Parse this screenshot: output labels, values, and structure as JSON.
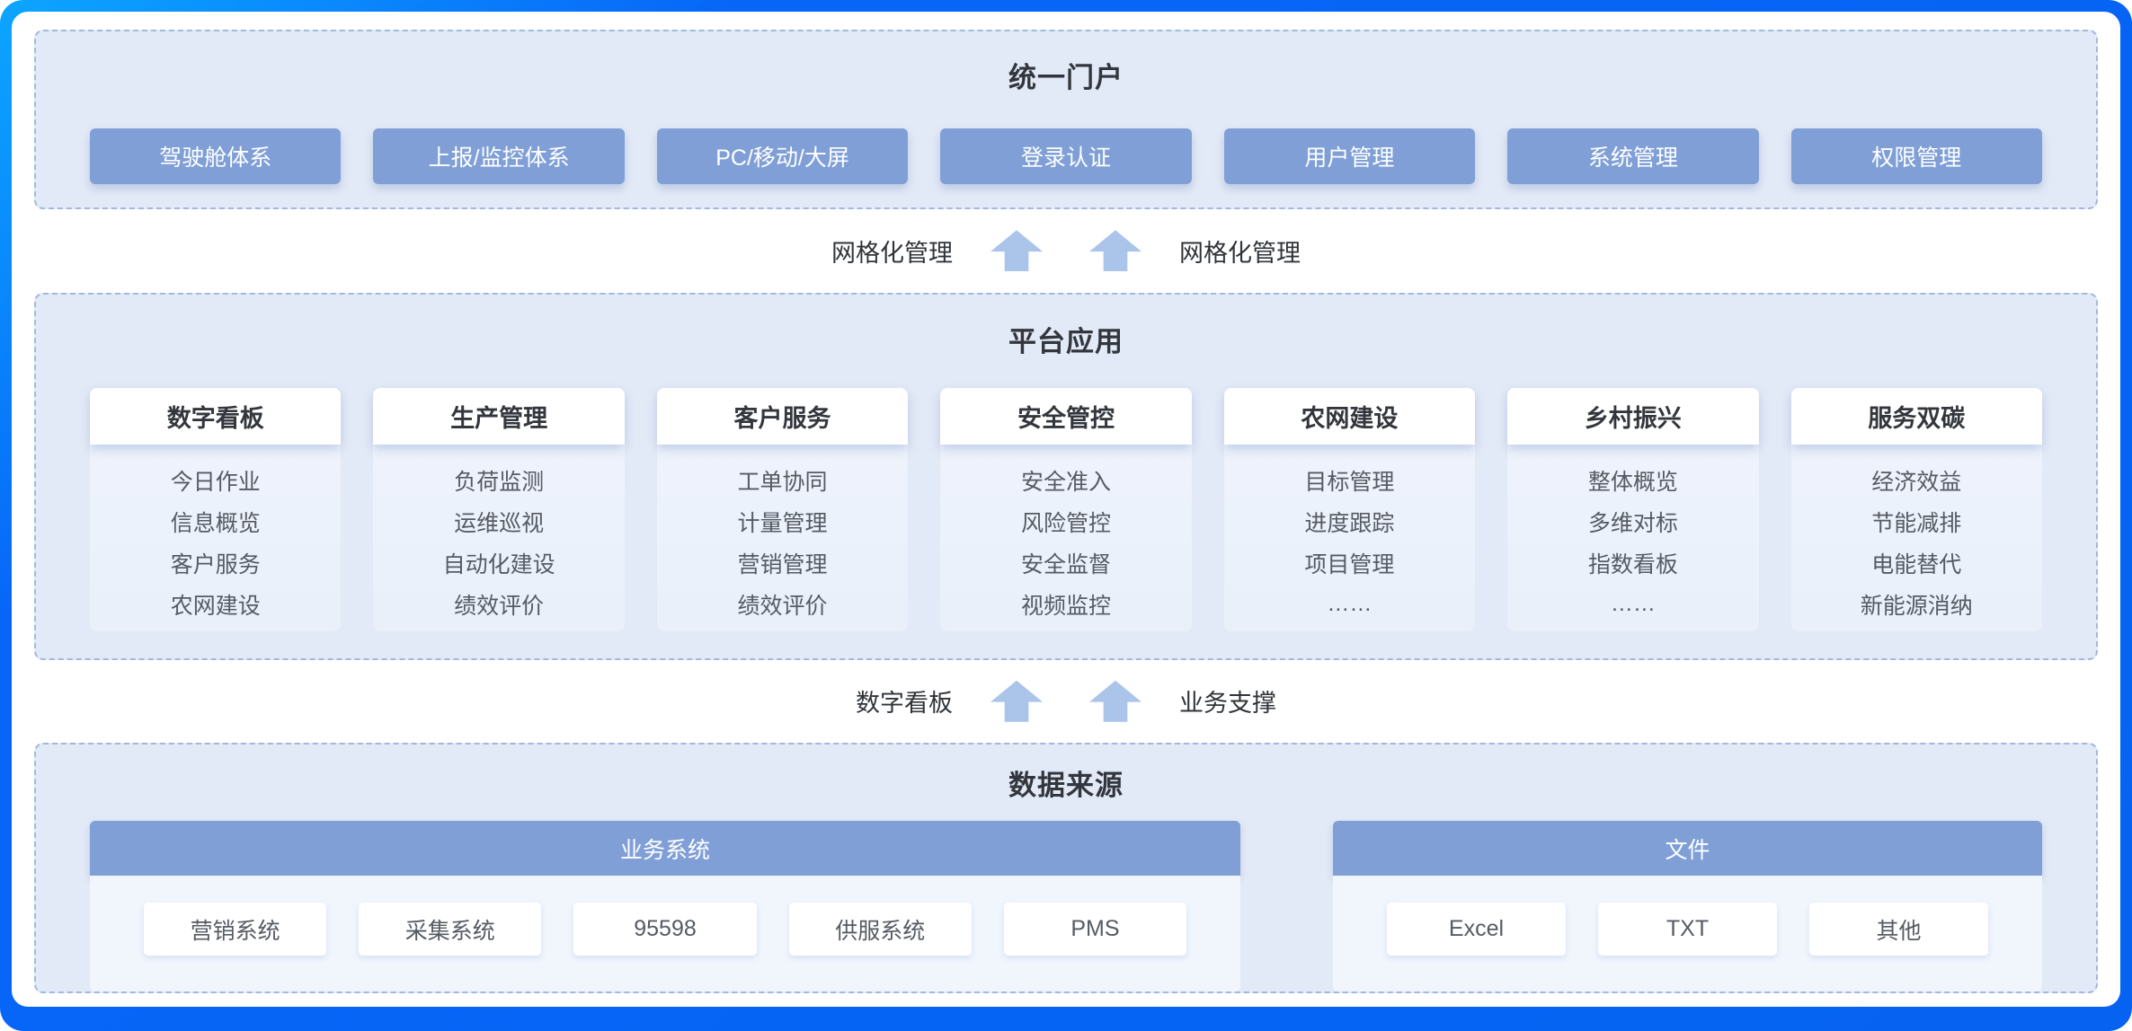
{
  "portal": {
    "title": "统一门户",
    "buttons": [
      "驾驶舱体系",
      "上报/监控体系",
      "PC/移动/大屏",
      "登录认证",
      "用户管理",
      "系统管理",
      "权限管理"
    ]
  },
  "flow_top": {
    "left_label": "网格化管理",
    "right_label": "网格化管理"
  },
  "platform": {
    "title": "平台应用",
    "columns": [
      {
        "header": "数字看板",
        "items": [
          "今日作业",
          "信息概览",
          "客户服务",
          "农网建设"
        ]
      },
      {
        "header": "生产管理",
        "items": [
          "负荷监测",
          "运维巡视",
          "自动化建设",
          "绩效评价"
        ]
      },
      {
        "header": "客户服务",
        "items": [
          "工单协同",
          "计量管理",
          "营销管理",
          "绩效评价"
        ]
      },
      {
        "header": "安全管控",
        "items": [
          "安全准入",
          "风险管控",
          "安全监督",
          "视频监控"
        ]
      },
      {
        "header": "农网建设",
        "items": [
          "目标管理",
          "进度跟踪",
          "项目管理",
          "……"
        ]
      },
      {
        "header": "乡村振兴",
        "items": [
          "整体概览",
          "多维对标",
          "指数看板",
          "……"
        ]
      },
      {
        "header": "服务双碳",
        "items": [
          "经济效益",
          "节能减排",
          "电能替代",
          "新能源消纳"
        ]
      }
    ]
  },
  "flow_bottom": {
    "left_label": "数字看板",
    "right_label": "业务支撑"
  },
  "datasource": {
    "title": "数据来源",
    "groups": [
      {
        "header": "业务系统",
        "items": [
          "营销系统",
          "采集系统",
          "95598",
          "供服系统",
          "PMS"
        ]
      },
      {
        "header": "文件",
        "items": [
          "Excel",
          "TXT",
          "其他"
        ]
      }
    ]
  },
  "colors": {
    "frame_blue": "#0766f8",
    "accent_blue": "#7f9fd6",
    "section_bg": "#e3eaf7",
    "dashed_border": "#a4b8dc",
    "arrow_blue": "#abc4ea",
    "title_text": "#33373d",
    "item_text": "#565b63"
  }
}
